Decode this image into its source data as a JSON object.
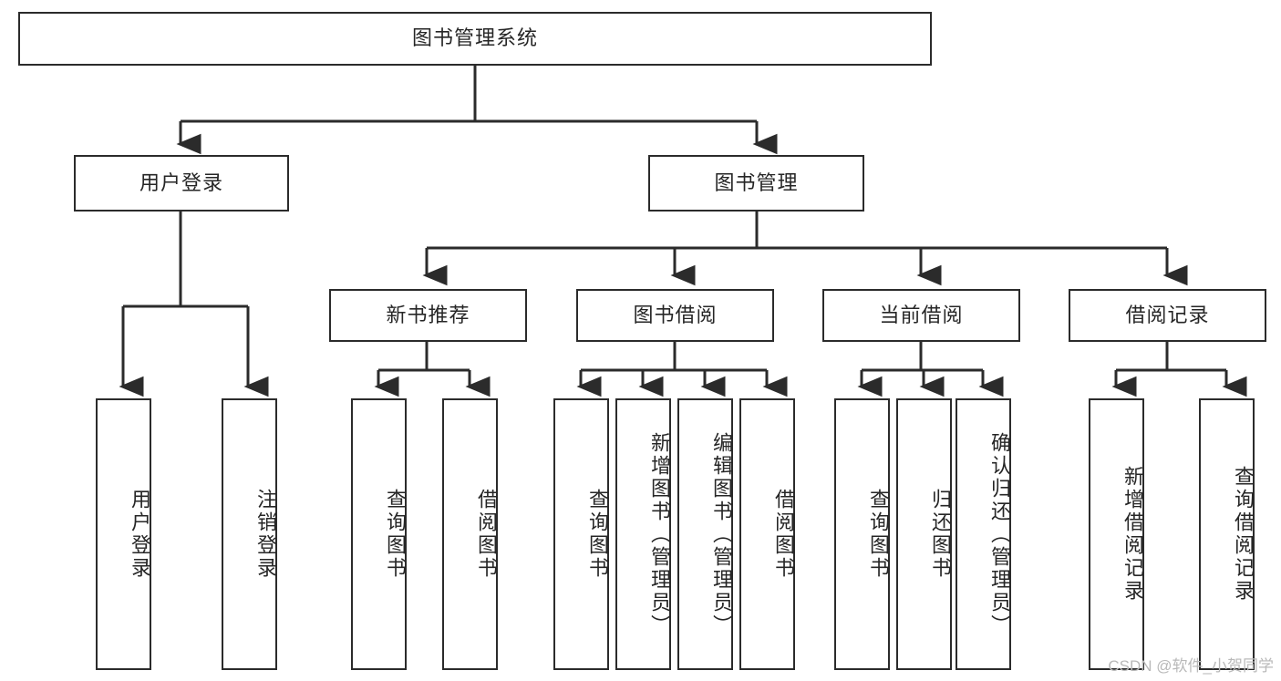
{
  "diagram": {
    "type": "tree-hierarchy-chart",
    "root": {
      "id": "root",
      "label": "图书管理系统"
    },
    "level2": [
      {
        "id": "login",
        "label": "用户登录"
      },
      {
        "id": "bookmgmt",
        "label": "图书管理"
      }
    ],
    "level3": [
      {
        "id": "newbook",
        "label": "新书推荐",
        "parent": "bookmgmt"
      },
      {
        "id": "borrow",
        "label": "图书借阅",
        "parent": "bookmgmt"
      },
      {
        "id": "current",
        "label": "当前借阅",
        "parent": "bookmgmt"
      },
      {
        "id": "record",
        "label": "借阅记录",
        "parent": "bookmgmt"
      }
    ],
    "leaves": [
      {
        "id": "leaf-1",
        "label": "用户登录",
        "parent": "login"
      },
      {
        "id": "leaf-2",
        "label": "注销登录",
        "parent": "login"
      },
      {
        "id": "leaf-3",
        "label": "查询图书",
        "parent": "newbook"
      },
      {
        "id": "leaf-4",
        "label": "借阅图书",
        "parent": "newbook"
      },
      {
        "id": "leaf-5",
        "label": "查询图书",
        "parent": "borrow"
      },
      {
        "id": "leaf-6",
        "label": "新增图书（管理员）",
        "parent": "borrow"
      },
      {
        "id": "leaf-7",
        "label": "编辑图书（管理员）",
        "parent": "borrow"
      },
      {
        "id": "leaf-8",
        "label": "借阅图书",
        "parent": "borrow"
      },
      {
        "id": "leaf-9",
        "label": "查询图书",
        "parent": "current"
      },
      {
        "id": "leaf-10",
        "label": "归还图书",
        "parent": "current"
      },
      {
        "id": "leaf-11",
        "label": "确认归还（管理员）",
        "parent": "current"
      },
      {
        "id": "leaf-12",
        "label": "新增借阅记录",
        "parent": "record"
      },
      {
        "id": "leaf-13",
        "label": "查询借阅记录",
        "parent": "record"
      }
    ]
  },
  "watermark": {
    "text": "CSDN @软件_小贺同学"
  },
  "colors": {
    "box_border": "#2b2b2b",
    "box_fill": "#ffffff",
    "text": "#262626",
    "line": "#2b2b2b",
    "watermark": "#b9b9b9",
    "background": "#ffffff"
  }
}
